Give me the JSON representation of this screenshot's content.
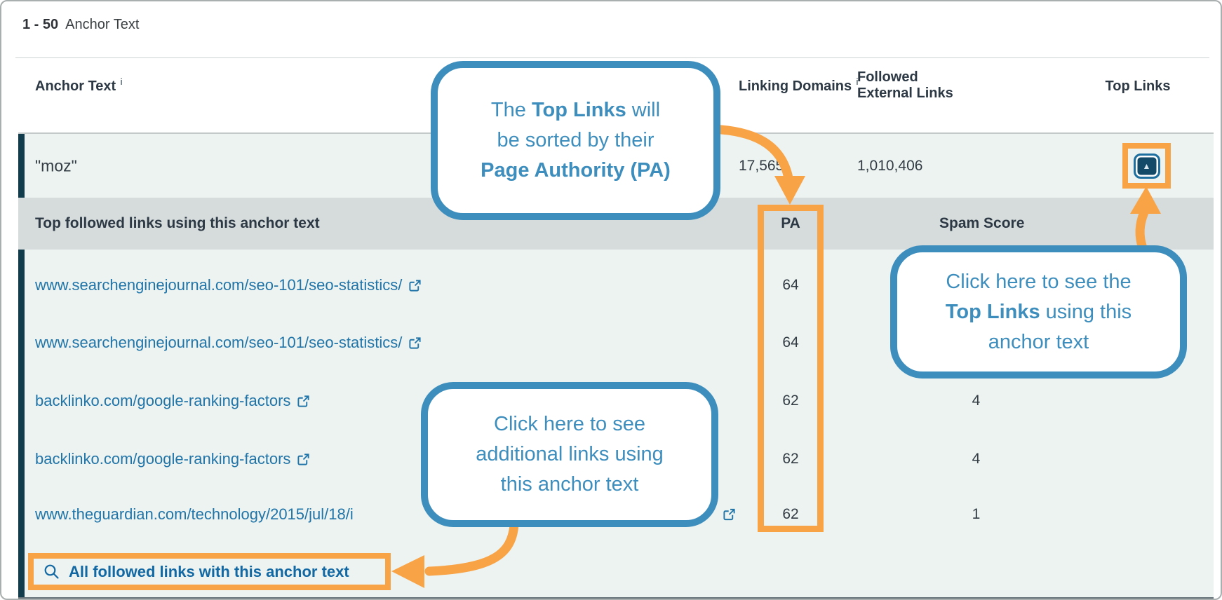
{
  "header": {
    "range": "1 - 50",
    "title": "Anchor Text"
  },
  "columns": {
    "anchor_text": "Anchor Text",
    "linking_domains": "Linking Domains",
    "followed_line1": "Followed",
    "followed_line2": "External Links",
    "top_links": "Top Links",
    "info_glyph": "i"
  },
  "anchor_row": {
    "text": "\"moz\"",
    "linking_domains": "17,565",
    "followed_external_links": "1,010,406",
    "toggle_glyph": "▲"
  },
  "expanded": {
    "title": "Top followed links using this anchor text",
    "pa_header": "PA",
    "spam_header": "Spam Score",
    "rows": [
      {
        "url": "www.searchenginejournal.com/seo-101/seo-statistics/",
        "pa": "64",
        "spam": ""
      },
      {
        "url": "www.searchenginejournal.com/seo-101/seo-statistics/",
        "pa": "64",
        "spam": ""
      },
      {
        "url": "backlinko.com/google-ranking-factors",
        "pa": "62",
        "spam": "4"
      },
      {
        "url": "backlinko.com/google-ranking-factors",
        "pa": "62",
        "spam": "4"
      },
      {
        "url": "www.theguardian.com/technology/2015/jul/18/i",
        "pa": "62",
        "spam": "1"
      }
    ],
    "footer_link": "All followed links with this anchor text"
  },
  "callouts": {
    "pa_note": {
      "l1a": "The ",
      "l1b": "Top Links",
      "l1c": " will",
      "l2": "be sorted by their",
      "l3": "Page Authority (PA)"
    },
    "more_links_note": {
      "l1": "Click here to see",
      "l2": "additional links using",
      "l3": "this anchor text"
    },
    "top_links_note": {
      "l1": "Click here to see the",
      "l2a": "Top Links",
      "l2b": " using this",
      "l3": "anchor text"
    }
  },
  "colors": {
    "accent_orange": "#f9a347",
    "callout_blue": "#3e8ebd",
    "link_blue": "#2174a7",
    "footer_link_blue": "#1268a3",
    "row_mint": "#ecf3f1",
    "band_gray": "#d6dcdc",
    "teal_bar": "#113c4c",
    "button_navy": "#134a68",
    "header_text": "#2c3844"
  }
}
